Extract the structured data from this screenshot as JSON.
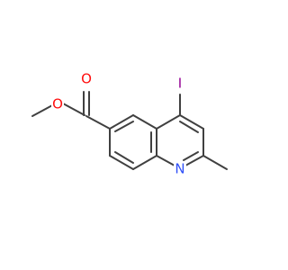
{
  "molecule": {
    "atoms": {
      "iodine": {
        "label": "I",
        "color": "#940094"
      },
      "nitrogen": {
        "label": "N",
        "color": "#3050f8"
      },
      "oxygen_single": {
        "label": "O",
        "color": "#ff0d0d"
      },
      "oxygen_double": {
        "label": "O",
        "color": "#ff0d0d"
      }
    },
    "bond_color": "#404040"
  }
}
